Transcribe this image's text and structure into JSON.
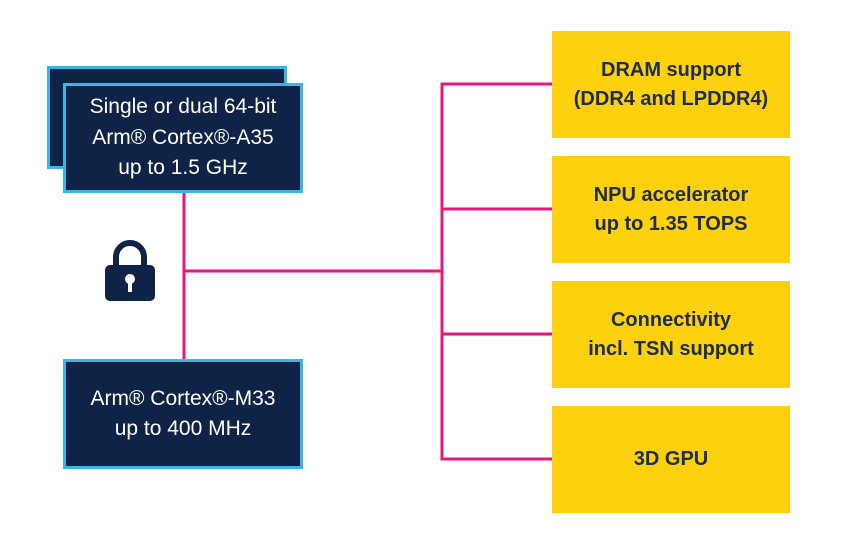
{
  "cores": {
    "a35": "Single or dual 64-bit\nArm® Cortex®-A35\nup to 1.5 GHz",
    "m33": "Arm® Cortex®-M33\nup to 400 MHz"
  },
  "features": [
    {
      "label": "DRAM support\n(DDR4 and LPDDR4)"
    },
    {
      "label": "NPU accelerator\nup to 1.35 TOPS"
    },
    {
      "label": "Connectivity\nincl. TSN support"
    },
    {
      "label": "3D GPU"
    }
  ],
  "icons": {
    "lock": "lock-icon"
  },
  "colors": {
    "core_fill": "#0f2347",
    "core_border": "#3cb4e5",
    "feature_fill": "#fdd10e",
    "feature_text": "#1e2c4d",
    "connector": "#e6167d",
    "lock": "#0f2347"
  }
}
